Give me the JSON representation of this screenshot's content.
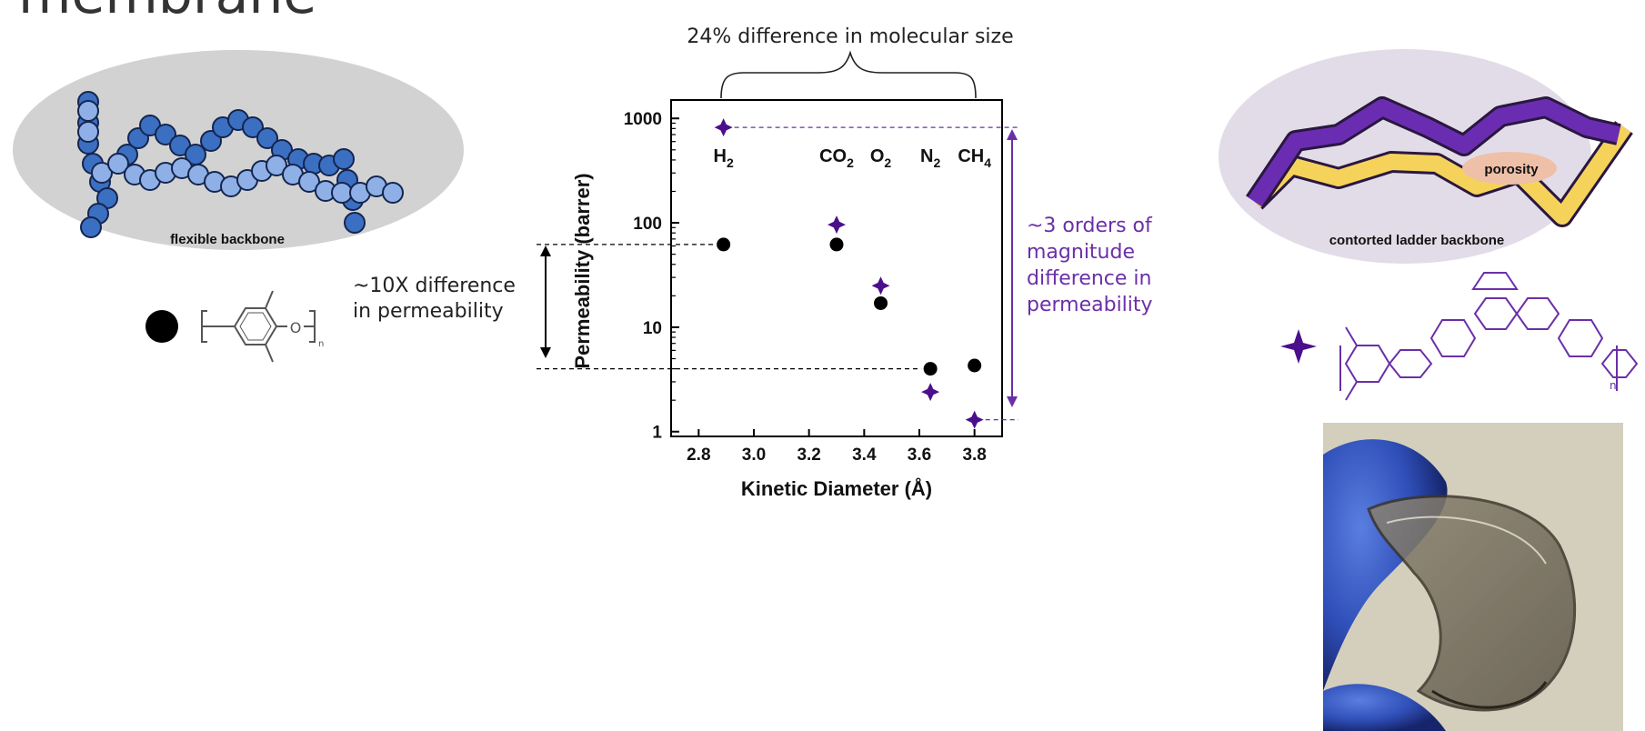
{
  "header": {
    "title_fragment": "membrane"
  },
  "annotations": {
    "top_brace": "24% difference in molecular size",
    "left_diff_line1": "~10X difference",
    "left_diff_line2": "in permeability",
    "right_diff_lines": [
      "~3 orders of",
      "magnitude",
      "difference in",
      "permeability"
    ]
  },
  "left_polymer": {
    "label": "flexible backbone",
    "repeat_subscript": "n",
    "oxygen": "O"
  },
  "right_polymer": {
    "label": "contorted ladder backbone",
    "pore_label": "porosity",
    "repeat_subscript": "n"
  },
  "colors": {
    "purple": "#4b0f8c",
    "purple_text": "#6b2fa8",
    "bead_dark": "#3b6fc2",
    "bead_light": "#8fb0e6",
    "ellipse": "#d2d2d2",
    "ladder_purple": "#6a2db1",
    "ladder_yellow": "#f5d35a",
    "pore": "#eec0a8"
  },
  "chart_data": {
    "type": "scatter",
    "xlabel": "Kinetic Diameter (Å)",
    "ylabel": "Permeability (barrer)",
    "xlim": [
      2.7,
      3.9
    ],
    "ylim": [
      0.9,
      1500
    ],
    "yscale": "log",
    "xticks": [
      "2.8",
      "3.0",
      "3.2",
      "3.4",
      "3.6",
      "3.8"
    ],
    "yticks": [
      "1",
      "10",
      "100",
      "1000"
    ],
    "gas_labels": [
      {
        "gas": "H",
        "sub": "2",
        "x": 2.89
      },
      {
        "gas": "CO",
        "sub": "2",
        "x": 3.3
      },
      {
        "gas": "O",
        "sub": "2",
        "x": 3.46
      },
      {
        "gas": "N",
        "sub": "2",
        "x": 3.64
      },
      {
        "gas": "CH",
        "sub": "4",
        "x": 3.8
      }
    ],
    "series": [
      {
        "marker": "circle",
        "color": "#000000",
        "points": [
          [
            2.89,
            62
          ],
          [
            3.3,
            62
          ],
          [
            3.46,
            17
          ],
          [
            3.64,
            4.0
          ],
          [
            3.8,
            4.3
          ]
        ]
      },
      {
        "marker": "star",
        "color": "#4b0f8c",
        "points": [
          [
            2.89,
            820
          ],
          [
            3.3,
            96
          ],
          [
            3.46,
            25
          ],
          [
            3.64,
            2.4
          ],
          [
            3.8,
            1.3
          ]
        ]
      }
    ]
  }
}
